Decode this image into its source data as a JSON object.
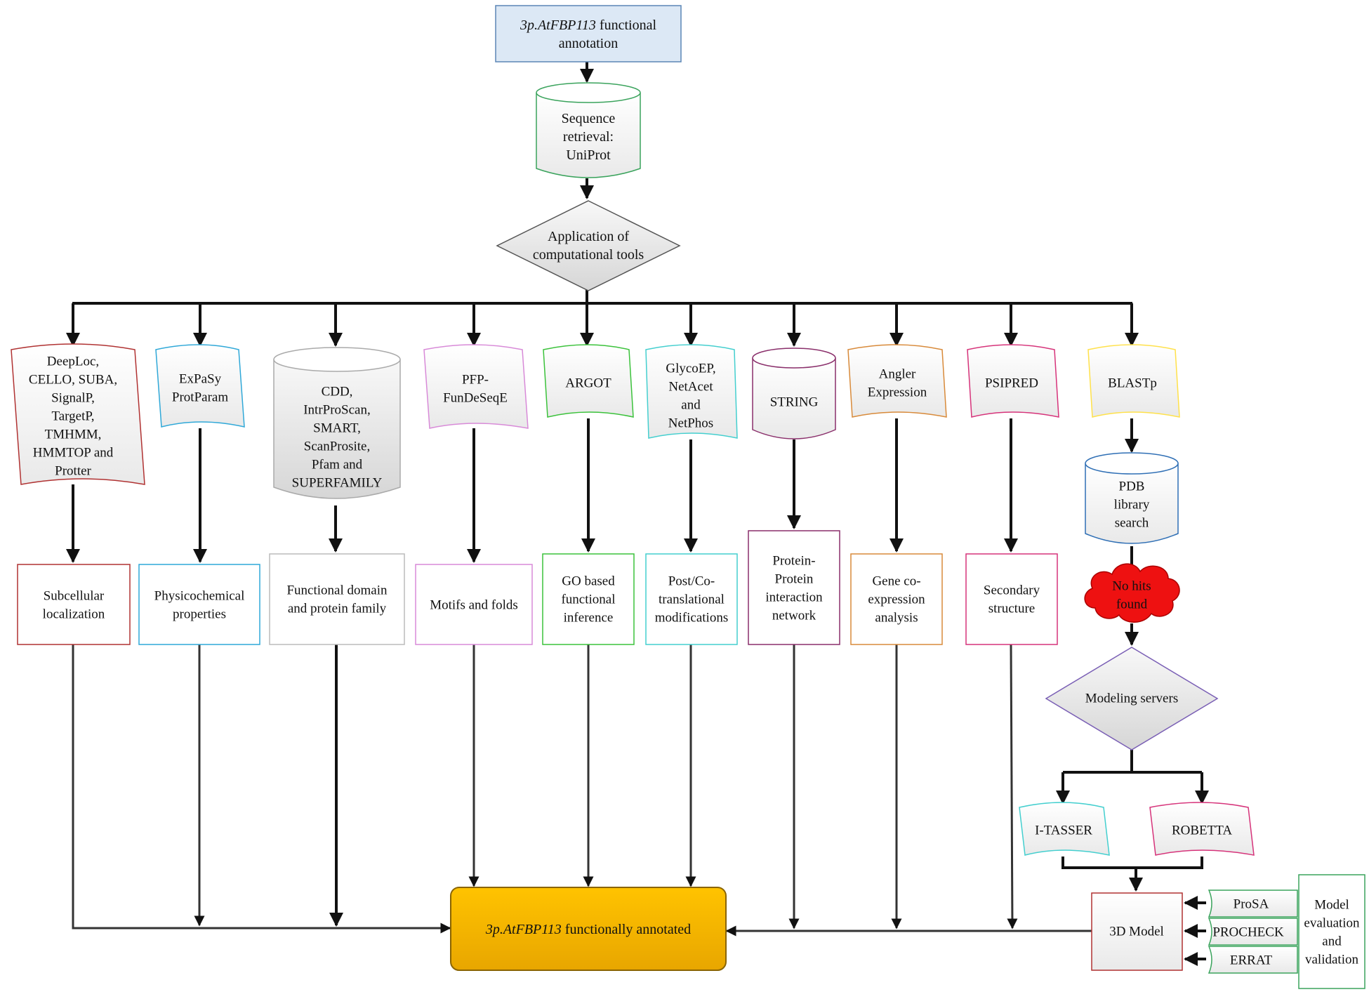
{
  "top_box": {
    "line1_italic": "3p.AtFBP113",
    "line1_rest": " functional",
    "line2": "annotation"
  },
  "sequence": [
    "Sequence",
    "retrieval:",
    "UniProt"
  ],
  "computational": [
    "Application of",
    "computational tools"
  ],
  "tools": {
    "localization": [
      "DeepLoc,",
      "CELLO, SUBA,",
      "SignalP,",
      "TargetP,",
      "TMHMM,",
      "HMMTOP and",
      "Protter"
    ],
    "expasy": [
      "ExPaSy",
      "ProtParam"
    ],
    "domains": [
      "CDD,",
      "IntrProScan,",
      "SMART,",
      "ScanProsite,",
      "Pfam and",
      "SUPERFAMILY"
    ],
    "pfp": [
      "PFP-",
      "FunDeSeqE"
    ],
    "argot": [
      "ARGOT"
    ],
    "glyco": [
      "GlycoEP,",
      "NetAcet",
      "and",
      "NetPhos"
    ],
    "string": [
      "STRING"
    ],
    "angler": [
      "Angler",
      "Expression"
    ],
    "psipred": [
      "PSIPRED"
    ],
    "blastp": [
      "BLASTp"
    ]
  },
  "results": {
    "localization": [
      "Subcellular",
      "localization"
    ],
    "physicochemical": [
      "Physicochemical",
      "properties"
    ],
    "domain": [
      "Functional domain",
      "and protein family"
    ],
    "motifs": [
      "Motifs and folds"
    ],
    "go": [
      "GO based",
      "functional",
      "inference"
    ],
    "ptm": [
      "Post/Co-",
      "translational",
      "modifications"
    ],
    "ppi": [
      "Protein-",
      "Protein",
      "interaction",
      "network"
    ],
    "coexp": [
      "Gene co-",
      "expression",
      "analysis"
    ],
    "secondary": [
      "Secondary",
      "structure"
    ]
  },
  "pdb": [
    "PDB",
    "library",
    "search"
  ],
  "no_hits": [
    "No hits",
    "found"
  ],
  "modeling": [
    "Modeling servers"
  ],
  "itasser": [
    "I-TASSER"
  ],
  "robetta": [
    "ROBETTA"
  ],
  "model3d": [
    "3D Model"
  ],
  "validators": [
    "ProSA",
    "PROCHECK",
    "ERRAT"
  ],
  "evaluation": [
    "Model",
    "evaluation",
    "and",
    "validation"
  ],
  "final_box": {
    "italic": "3p.AtFBP113",
    "rest": " functionally annotated"
  },
  "colors": {
    "top_fill": "#dce8f5",
    "top_stroke": "#5b86b5",
    "final_fill": "#f6b600",
    "final_stroke": "#8a6400",
    "cloud_fill": "#ee1111",
    "arrow": "#111111"
  }
}
